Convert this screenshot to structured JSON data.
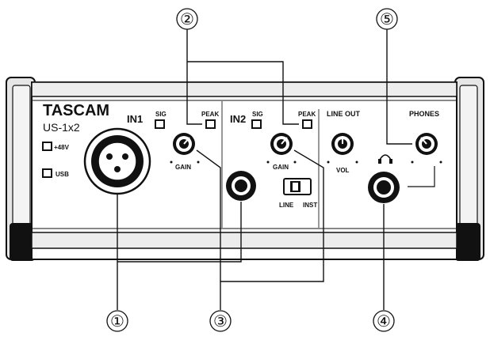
{
  "device": {
    "brand": "TASCAM",
    "model": "US-1x2"
  },
  "panel": {
    "in1": "IN1",
    "in2": "IN2",
    "sig": "SIG",
    "peak": "PEAK",
    "gain": "GAIN",
    "plus48v": "+48V",
    "usb": "USB",
    "line_out": "LINE OUT",
    "vol": "VOL",
    "phones": "PHONES",
    "line": "LINE",
    "inst": "INST"
  },
  "callouts": [
    "①",
    "②",
    "③",
    "④",
    "⑤"
  ],
  "icons": {
    "headphones": "headphones-icon",
    "xlr": "xlr-connector-icon",
    "jack": "quarter-inch-jack-icon"
  }
}
